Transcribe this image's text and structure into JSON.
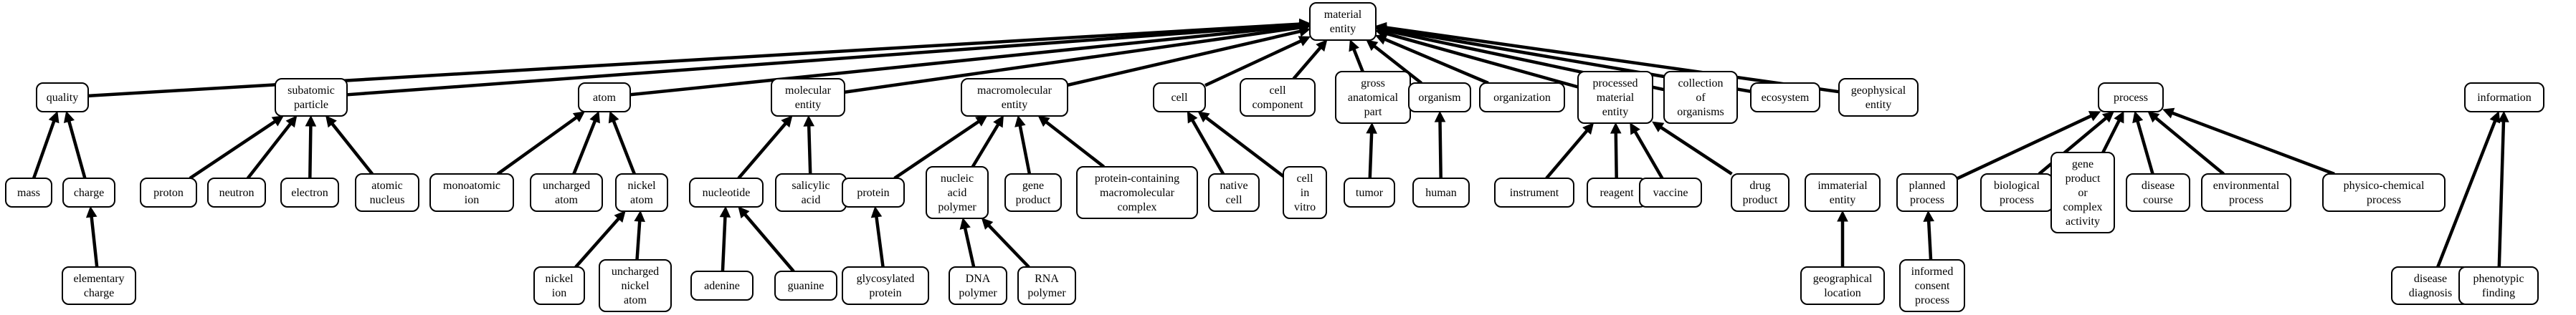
{
  "nodes": [
    {
      "id": "material_entity",
      "lines": [
        "material",
        "entity"
      ]
    },
    {
      "id": "quality",
      "lines": [
        "quality"
      ]
    },
    {
      "id": "subatomic_particle",
      "lines": [
        "subatomic",
        "particle"
      ]
    },
    {
      "id": "atom",
      "lines": [
        "atom"
      ]
    },
    {
      "id": "molecular_entity",
      "lines": [
        "molecular",
        "entity"
      ]
    },
    {
      "id": "macromolecular_entity",
      "lines": [
        "macromolecular",
        "entity"
      ]
    },
    {
      "id": "cell",
      "lines": [
        "cell"
      ]
    },
    {
      "id": "cell_component",
      "lines": [
        "cell",
        "component"
      ]
    },
    {
      "id": "gross_anatomical_part",
      "lines": [
        "gross",
        "anatomical",
        "part"
      ]
    },
    {
      "id": "organism",
      "lines": [
        "organism"
      ]
    },
    {
      "id": "organization",
      "lines": [
        "organization"
      ]
    },
    {
      "id": "processed_material_entity",
      "lines": [
        "processed",
        "material",
        "entity"
      ]
    },
    {
      "id": "collection_of_organisms",
      "lines": [
        "collection",
        "of",
        "organisms"
      ]
    },
    {
      "id": "ecosystem",
      "lines": [
        "ecosystem"
      ]
    },
    {
      "id": "geophysical_entity",
      "lines": [
        "geophysical",
        "entity"
      ]
    },
    {
      "id": "mass",
      "lines": [
        "mass"
      ]
    },
    {
      "id": "charge",
      "lines": [
        "charge"
      ]
    },
    {
      "id": "elementary_charge",
      "lines": [
        "elementary",
        "charge"
      ]
    },
    {
      "id": "proton",
      "lines": [
        "proton"
      ]
    },
    {
      "id": "neutron",
      "lines": [
        "neutron"
      ]
    },
    {
      "id": "electron",
      "lines": [
        "electron"
      ]
    },
    {
      "id": "atomic_nucleus",
      "lines": [
        "atomic",
        "nucleus"
      ]
    },
    {
      "id": "monoatomic_ion",
      "lines": [
        "monoatomic",
        "ion"
      ]
    },
    {
      "id": "uncharged_atom",
      "lines": [
        "uncharged",
        "atom"
      ]
    },
    {
      "id": "nickel_atom",
      "lines": [
        "nickel",
        "atom"
      ]
    },
    {
      "id": "nickel_ion",
      "lines": [
        "nickel",
        "ion"
      ]
    },
    {
      "id": "uncharged_nickel_atom",
      "lines": [
        "uncharged",
        "nickel",
        "atom"
      ]
    },
    {
      "id": "nucleotide",
      "lines": [
        "nucleotide"
      ]
    },
    {
      "id": "salicylic_acid",
      "lines": [
        "salicylic",
        "acid"
      ]
    },
    {
      "id": "adenine",
      "lines": [
        "adenine"
      ]
    },
    {
      "id": "guanine",
      "lines": [
        "guanine"
      ]
    },
    {
      "id": "protein",
      "lines": [
        "protein"
      ]
    },
    {
      "id": "nucleic_acid_polymer",
      "lines": [
        "nucleic",
        "acid",
        "polymer"
      ]
    },
    {
      "id": "gene_product",
      "lines": [
        "gene",
        "product"
      ]
    },
    {
      "id": "protein_containing_complex",
      "lines": [
        "protein-containing",
        "macromolecular",
        "complex"
      ]
    },
    {
      "id": "glycosylated_protein",
      "lines": [
        "glycosylated",
        "protein"
      ]
    },
    {
      "id": "dna_polymer",
      "lines": [
        "DNA",
        "polymer"
      ]
    },
    {
      "id": "rna_polymer",
      "lines": [
        "RNA",
        "polymer"
      ]
    },
    {
      "id": "native_cell",
      "lines": [
        "native",
        "cell"
      ]
    },
    {
      "id": "cell_in_vitro",
      "lines": [
        "cell",
        "in",
        "vitro"
      ]
    },
    {
      "id": "tumor",
      "lines": [
        "tumor"
      ]
    },
    {
      "id": "human",
      "lines": [
        "human"
      ]
    },
    {
      "id": "instrument",
      "lines": [
        "instrument"
      ]
    },
    {
      "id": "reagent",
      "lines": [
        "reagent"
      ]
    },
    {
      "id": "vaccine",
      "lines": [
        "vaccine"
      ]
    },
    {
      "id": "drug_product",
      "lines": [
        "drug",
        "product"
      ]
    },
    {
      "id": "immaterial_entity",
      "lines": [
        "immaterial",
        "entity"
      ]
    },
    {
      "id": "geographical_location",
      "lines": [
        "geographical",
        "location"
      ]
    },
    {
      "id": "process",
      "lines": [
        "process"
      ]
    },
    {
      "id": "planned_process",
      "lines": [
        "planned",
        "process"
      ]
    },
    {
      "id": "biological_process",
      "lines": [
        "biological",
        "process"
      ]
    },
    {
      "id": "gene_product_activity",
      "lines": [
        "gene",
        "product",
        "or",
        "complex",
        "activity"
      ]
    },
    {
      "id": "disease_course",
      "lines": [
        "disease",
        "course"
      ]
    },
    {
      "id": "environmental_process",
      "lines": [
        "environmental",
        "process"
      ]
    },
    {
      "id": "physico_chemical_process",
      "lines": [
        "physico-chemical",
        "process"
      ]
    },
    {
      "id": "informed_consent_process",
      "lines": [
        "informed",
        "consent",
        "process"
      ]
    },
    {
      "id": "information",
      "lines": [
        "information"
      ]
    },
    {
      "id": "disease_diagnosis",
      "lines": [
        "disease",
        "diagnosis"
      ]
    },
    {
      "id": "phenotypic_finding",
      "lines": [
        "phenotypic",
        "finding"
      ]
    }
  ],
  "edges": [
    {
      "from": "quality",
      "to": "material_entity"
    },
    {
      "from": "subatomic_particle",
      "to": "material_entity"
    },
    {
      "from": "atom",
      "to": "material_entity"
    },
    {
      "from": "molecular_entity",
      "to": "material_entity"
    },
    {
      "from": "macromolecular_entity",
      "to": "material_entity"
    },
    {
      "from": "cell",
      "to": "material_entity"
    },
    {
      "from": "cell_component",
      "to": "material_entity"
    },
    {
      "from": "gross_anatomical_part",
      "to": "material_entity"
    },
    {
      "from": "organism",
      "to": "material_entity"
    },
    {
      "from": "organization",
      "to": "material_entity"
    },
    {
      "from": "processed_material_entity",
      "to": "material_entity"
    },
    {
      "from": "collection_of_organisms",
      "to": "material_entity"
    },
    {
      "from": "ecosystem",
      "to": "material_entity"
    },
    {
      "from": "geophysical_entity",
      "to": "material_entity"
    },
    {
      "from": "mass",
      "to": "quality"
    },
    {
      "from": "charge",
      "to": "quality"
    },
    {
      "from": "elementary_charge",
      "to": "charge"
    },
    {
      "from": "proton",
      "to": "subatomic_particle"
    },
    {
      "from": "neutron",
      "to": "subatomic_particle"
    },
    {
      "from": "electron",
      "to": "subatomic_particle"
    },
    {
      "from": "atomic_nucleus",
      "to": "subatomic_particle"
    },
    {
      "from": "monoatomic_ion",
      "to": "atom"
    },
    {
      "from": "uncharged_atom",
      "to": "atom"
    },
    {
      "from": "nickel_atom",
      "to": "atom"
    },
    {
      "from": "nickel_ion",
      "to": "nickel_atom"
    },
    {
      "from": "uncharged_nickel_atom",
      "to": "nickel_atom"
    },
    {
      "from": "nucleotide",
      "to": "molecular_entity"
    },
    {
      "from": "salicylic_acid",
      "to": "molecular_entity"
    },
    {
      "from": "adenine",
      "to": "nucleotide"
    },
    {
      "from": "guanine",
      "to": "nucleotide"
    },
    {
      "from": "protein",
      "to": "macromolecular_entity"
    },
    {
      "from": "nucleic_acid_polymer",
      "to": "macromolecular_entity"
    },
    {
      "from": "gene_product",
      "to": "macromolecular_entity"
    },
    {
      "from": "protein_containing_complex",
      "to": "macromolecular_entity"
    },
    {
      "from": "glycosylated_protein",
      "to": "protein"
    },
    {
      "from": "dna_polymer",
      "to": "nucleic_acid_polymer"
    },
    {
      "from": "rna_polymer",
      "to": "nucleic_acid_polymer"
    },
    {
      "from": "native_cell",
      "to": "cell"
    },
    {
      "from": "cell_in_vitro",
      "to": "cell"
    },
    {
      "from": "tumor",
      "to": "gross_anatomical_part"
    },
    {
      "from": "human",
      "to": "organism"
    },
    {
      "from": "instrument",
      "to": "processed_material_entity"
    },
    {
      "from": "reagent",
      "to": "processed_material_entity"
    },
    {
      "from": "vaccine",
      "to": "processed_material_entity"
    },
    {
      "from": "drug_product",
      "to": "processed_material_entity"
    },
    {
      "from": "geographical_location",
      "to": "immaterial_entity"
    },
    {
      "from": "planned_process",
      "to": "process"
    },
    {
      "from": "biological_process",
      "to": "process"
    },
    {
      "from": "gene_product_activity",
      "to": "process"
    },
    {
      "from": "disease_course",
      "to": "process"
    },
    {
      "from": "environmental_process",
      "to": "process"
    },
    {
      "from": "physico_chemical_process",
      "to": "process"
    },
    {
      "from": "informed_consent_process",
      "to": "planned_process"
    },
    {
      "from": "disease_diagnosis",
      "to": "information"
    },
    {
      "from": "phenotypic_finding",
      "to": "information"
    }
  ]
}
